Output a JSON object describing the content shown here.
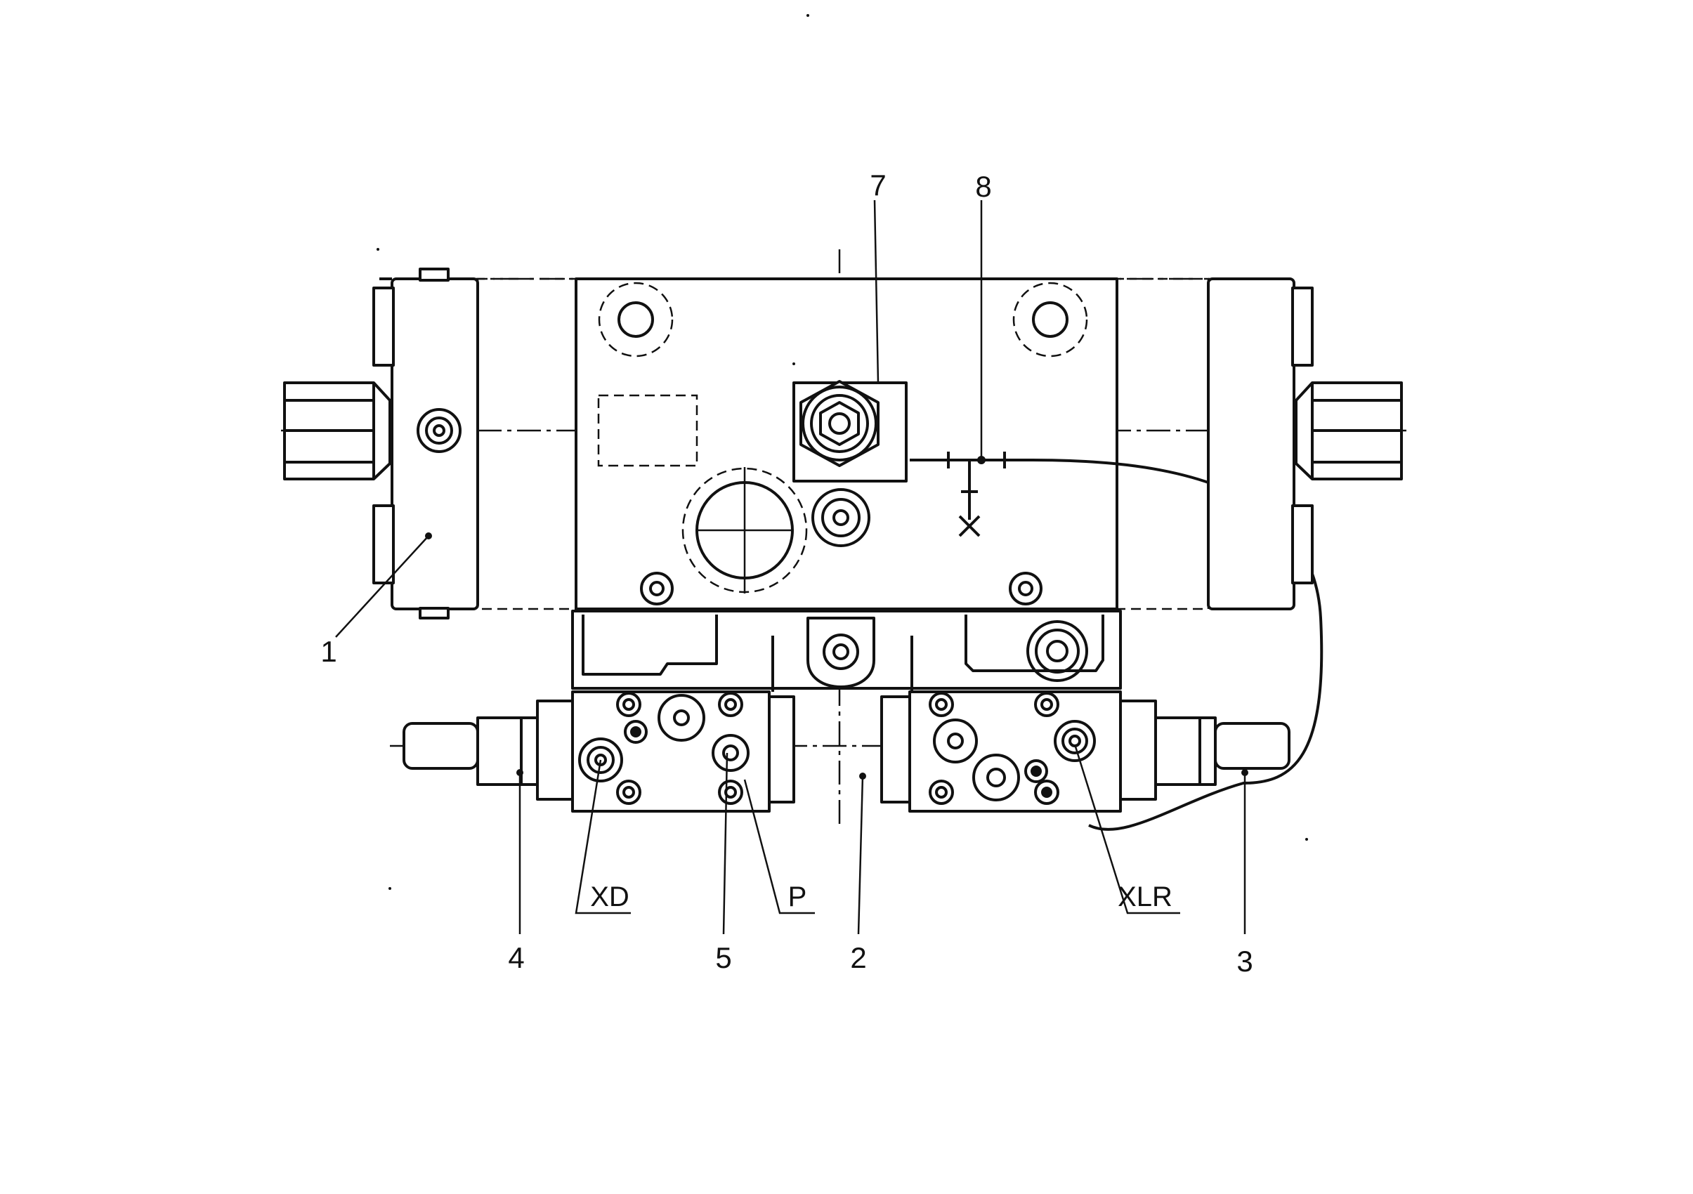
{
  "callouts": {
    "c1": "1",
    "c2": "2",
    "c3": "3",
    "c4": "4",
    "c5": "5",
    "c7": "7",
    "c8": "8"
  },
  "ports": {
    "xd": "XD",
    "p": "P",
    "xlr": "XLR"
  }
}
